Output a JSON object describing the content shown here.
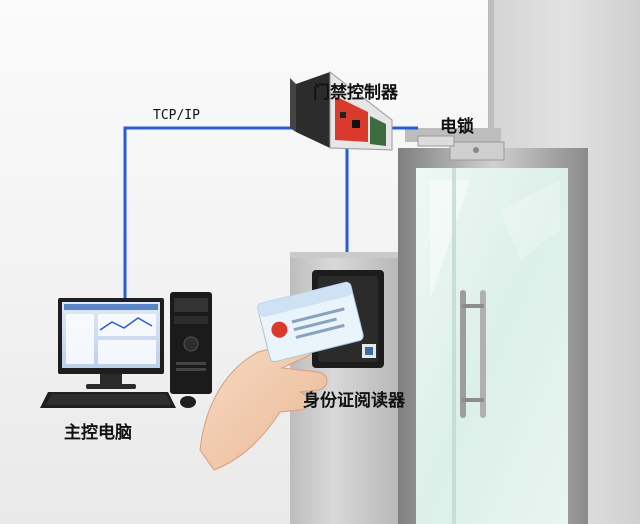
{
  "labels": {
    "controller": "门禁控制器",
    "lock": "电锁",
    "network": "TCP/IP",
    "reader": "身份证阅读器",
    "computer": "主控电脑"
  },
  "colors": {
    "cable": "#2a5bd7",
    "wall": "#c9c9c9",
    "door_frame": "#9a9a9a",
    "glass": "#e3f2ee",
    "controller_panel": "#d93a2b",
    "reader_body": "#1c1c1c"
  }
}
